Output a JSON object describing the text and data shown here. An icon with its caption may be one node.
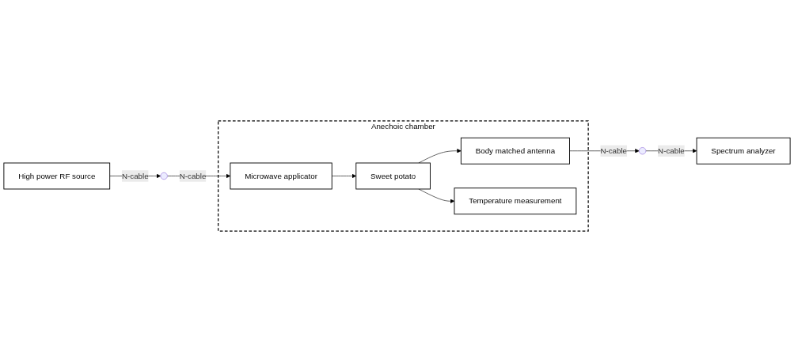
{
  "diagram": {
    "nodes": [
      {
        "text": [
          "Anechoic chamber"
        ]
      },
      {
        "text": [
          "Body matched antenna"
        ],
        "in": 0
      },
      {
        "text": [
          "Temperature measurement"
        ],
        "in": 0
      },
      {
        "text": [
          "Sweet potato"
        ],
        "in": 0
      },
      {
        "text": [
          "Microwave applicator"
        ],
        "in": 0
      },
      {
        "text": [],
        "shape": "circle"
      },
      {
        "text": [],
        "shape": "circle"
      },
      {
        "text": [
          "Spectrum analyzer"
        ]
      },
      {
        "text": [
          "High power RF source"
        ]
      }
    ],
    "edges": [
      {
        "from": 3,
        "to": 1,
        "arrow": "to"
      },
      {
        "from": 3,
        "to": 2,
        "arrow": "to"
      },
      {
        "from": 4,
        "to": 3,
        "arrow": "to"
      },
      {
        "from": 1,
        "to": 5,
        "arrow": "to",
        "label": "N-cable"
      },
      {
        "from": 5,
        "to": 7,
        "arrow": "to",
        "label": "N-cable"
      },
      {
        "from": 8,
        "to": 6,
        "arrow": "to",
        "label": "N-cable"
      },
      {
        "from": 6,
        "to": 4,
        "arrow": "to",
        "label": "N-cable"
      }
    ]
  }
}
